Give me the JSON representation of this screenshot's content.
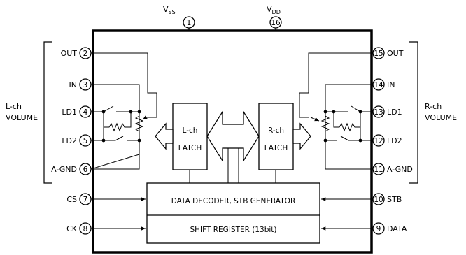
{
  "supply": {
    "vss": {
      "label_main": "V",
      "label_sub": "SS",
      "pin": "1"
    },
    "vdd": {
      "label_main": "V",
      "label_sub": "DD",
      "pin": "16"
    }
  },
  "groups": {
    "left": {
      "line1": "L-ch",
      "line2": "VOLUME"
    },
    "right": {
      "line1": "R-ch",
      "line2": "VOLUME"
    }
  },
  "left_pins": [
    {
      "name": "OUT",
      "number": "2"
    },
    {
      "name": "IN",
      "number": "3"
    },
    {
      "name": "LD1",
      "number": "4"
    },
    {
      "name": "LD2",
      "number": "5"
    },
    {
      "name": "A-GND",
      "number": "6"
    },
    {
      "name": "CS",
      "number": "7"
    },
    {
      "name": "CK",
      "number": "8"
    }
  ],
  "right_pins": [
    {
      "name": "OUT",
      "number": "15"
    },
    {
      "name": "IN",
      "number": "14"
    },
    {
      "name": "LD1",
      "number": "13"
    },
    {
      "name": "LD2",
      "number": "12"
    },
    {
      "name": "A-GND",
      "number": "11"
    },
    {
      "name": "STB",
      "number": "10"
    },
    {
      "name": "DATA",
      "number": "9"
    }
  ],
  "blocks": {
    "left_latch": {
      "line1": "L-ch",
      "line2": "LATCH"
    },
    "right_latch": {
      "line1": "R-ch",
      "line2": "LATCH"
    },
    "decoder": "DATA DECODER, STB GENERATOR",
    "shift_register": "SHIFT REGISTER (13bit)"
  }
}
